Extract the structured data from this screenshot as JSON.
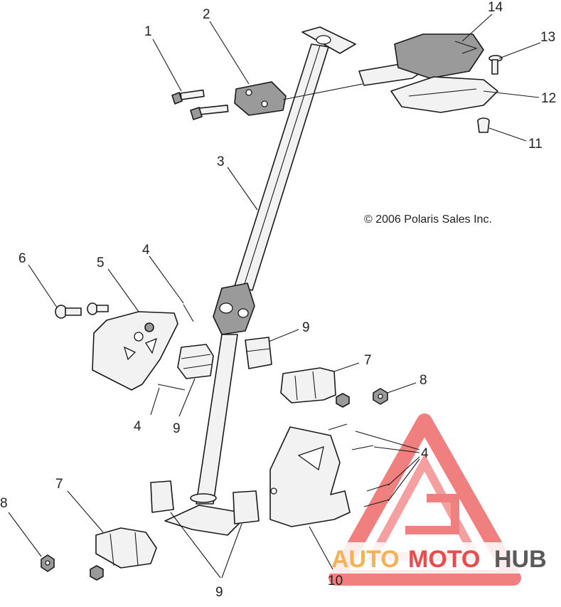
{
  "copyright": "© 2006 Polaris Sales Inc.",
  "watermark": {
    "text_auto": "AUTO",
    "text_moto": "MOTO",
    "text_hub": "HUB",
    "color_red": "#e84c4c",
    "color_orange": "#f2b257",
    "color_gray": "#5a5a5a"
  },
  "callouts": {
    "c1": "1",
    "c2": "2",
    "c3": "3",
    "c4a": "4",
    "c4b": "4",
    "c4c": "4",
    "c5": "5",
    "c6": "6",
    "c7a": "7",
    "c7b": "7",
    "c8a": "8",
    "c8b": "8",
    "c9a": "9",
    "c9b": "9",
    "c9c": "9",
    "c10": "10",
    "c11": "11",
    "c12": "12",
    "c13": "13",
    "c14": "14"
  }
}
